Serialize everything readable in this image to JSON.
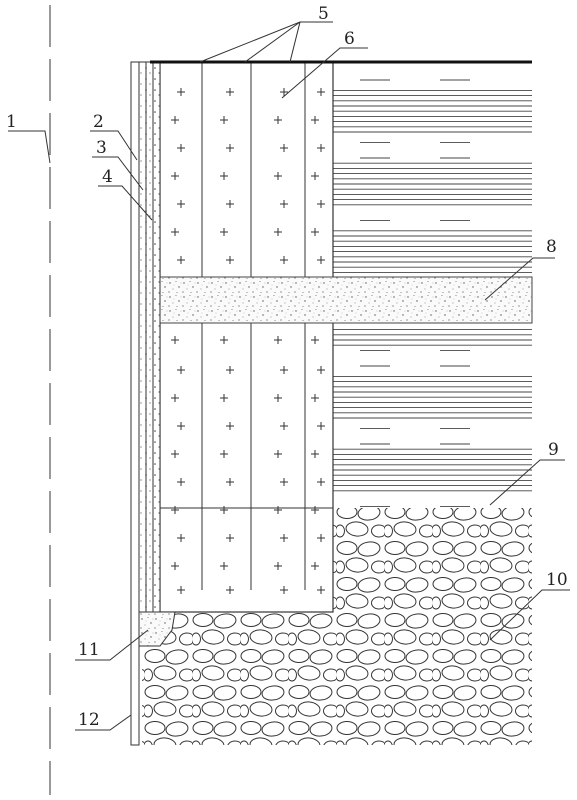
{
  "labels": {
    "l1": "1",
    "l2": "2",
    "l3": "3",
    "l4": "4",
    "l5": "5",
    "l6": "6",
    "l8": "8",
    "l9": "9",
    "l10": "10",
    "l11": "11",
    "l12": "12"
  }
}
